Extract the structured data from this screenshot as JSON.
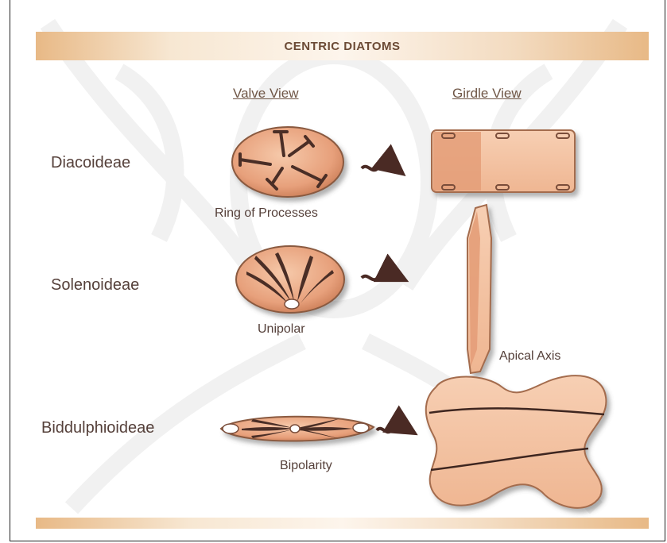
{
  "title": "CENTRIC DIATOMS",
  "columns": {
    "valve_view": "Valve View",
    "girdle_view": "Girdle View"
  },
  "rows": [
    {
      "name": "Diacoideae",
      "caption": "Ring of Processes"
    },
    {
      "name": "Solenoideae",
      "caption": "Unipolar"
    },
    {
      "name": "Biddulphioideae",
      "caption": "Bipolarity"
    }
  ],
  "annotations": {
    "apical_axis": "Apical Axis"
  },
  "colors": {
    "cell_fill": "#e6a07c",
    "cell_light": "#f4c5a6",
    "outline": "#5a3a2e",
    "arrow": "#4a2a24",
    "banner": "#e8b986"
  }
}
